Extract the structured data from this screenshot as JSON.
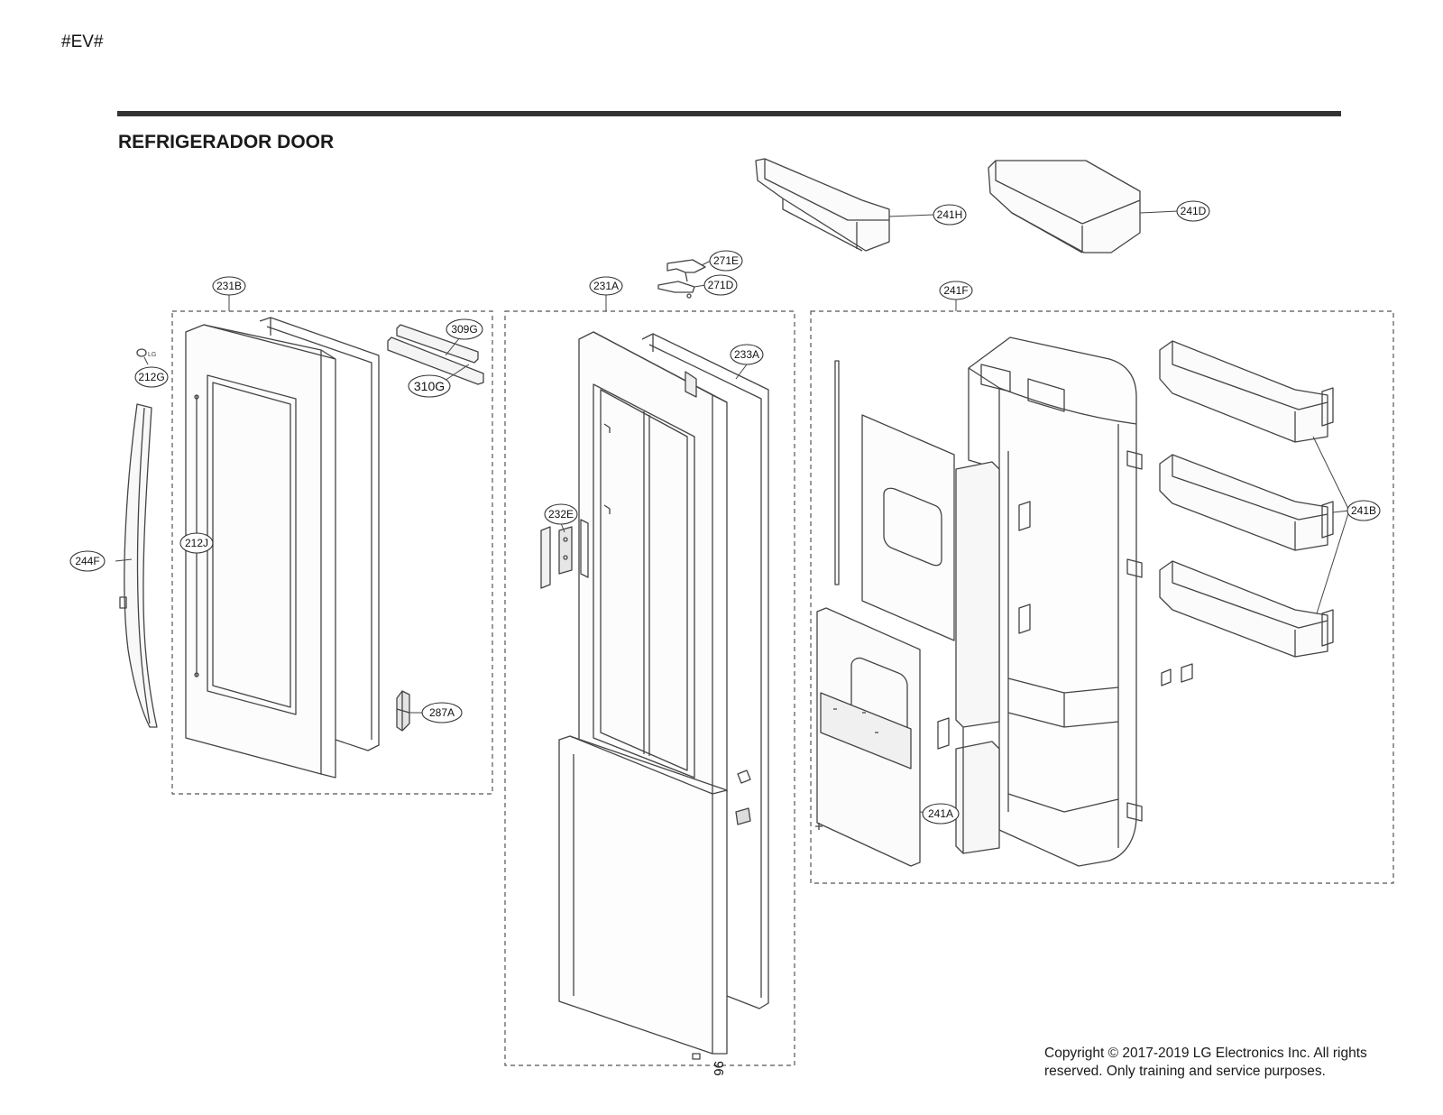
{
  "header": {
    "corner_code": "#EV#",
    "title": "REFRIGERADOR DOOR"
  },
  "callouts": {
    "c241H": "241H",
    "c241D": "241D",
    "c271E": "271E",
    "c271D": "271D",
    "c231B": "231B",
    "c231A": "231A",
    "c241F": "241F",
    "c309G": "309G",
    "c310G": "310G",
    "c233A": "233A",
    "c212G": "212G",
    "c212J": "212J",
    "c244F": "244F",
    "c232E": "232E",
    "c241B": "241B",
    "c287A": "287A",
    "c241A": "241A"
  },
  "page_number": "96",
  "footer": {
    "copyright_line1": "Copyright © 2017-2019 LG Electronics Inc. All rights",
    "copyright_line2": "reserved. Only training and service purposes."
  }
}
